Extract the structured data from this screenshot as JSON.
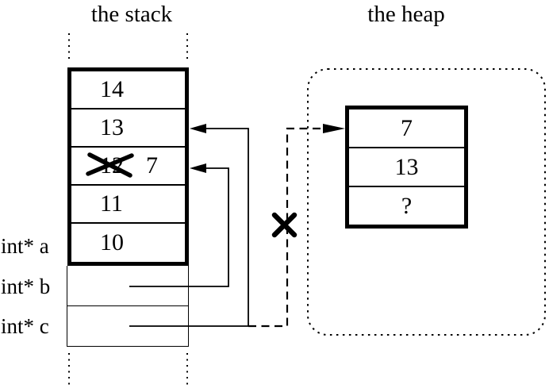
{
  "stack": {
    "title": "the stack",
    "cells": [
      {
        "value": "14"
      },
      {
        "value": "13"
      },
      {
        "old_value": "12",
        "new_value": "7",
        "crossed_out": true
      },
      {
        "value": "11"
      },
      {
        "value": "10"
      }
    ],
    "frame_labels": [
      {
        "label": "int* a"
      },
      {
        "label": "int* b"
      },
      {
        "label": "int* c"
      }
    ]
  },
  "heap": {
    "title": "the heap",
    "cells": [
      {
        "value": "7"
      },
      {
        "value": "13"
      },
      {
        "value": "?"
      }
    ]
  },
  "colors": {
    "line": "#000000",
    "background": "#ffffff"
  }
}
